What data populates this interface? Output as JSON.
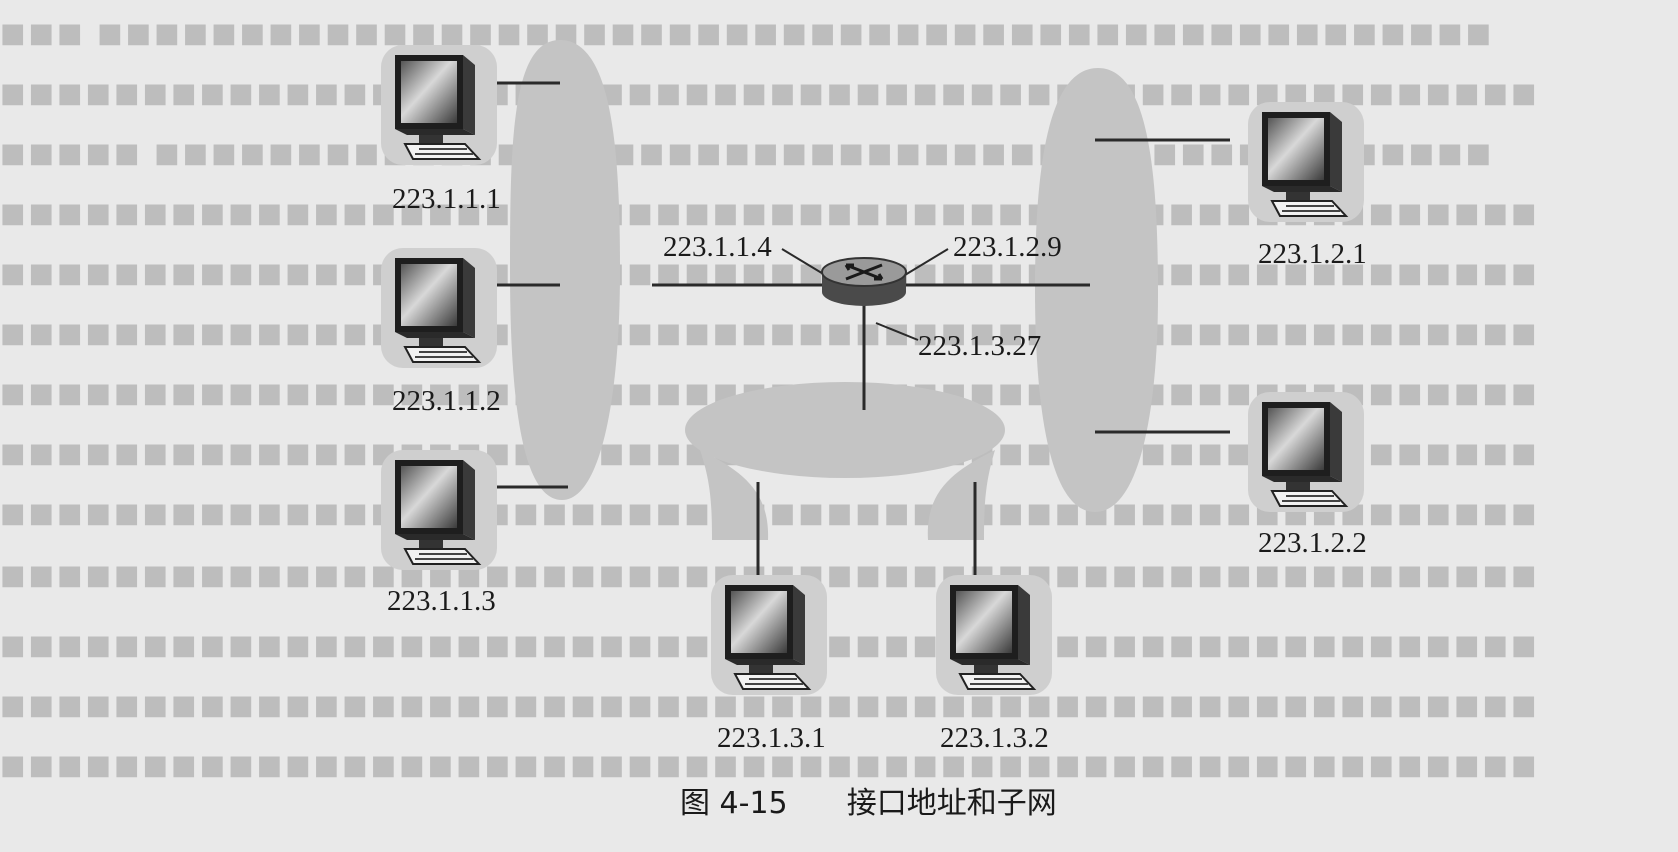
{
  "figure": {
    "caption_number": "图 4-15",
    "caption_title": "接口地址和子网"
  },
  "router": {
    "interfaces": [
      "223.1.1.4",
      "223.1.2.9",
      "223.1.3.27"
    ]
  },
  "subnets": [
    {
      "hosts": [
        "223.1.1.1",
        "223.1.1.2",
        "223.1.1.3"
      ]
    },
    {
      "hosts": [
        "223.1.2.1",
        "223.1.2.2"
      ]
    },
    {
      "hosts": [
        "223.1.3.1",
        "223.1.3.2"
      ]
    }
  ],
  "colors": {
    "background": "#e9e9e9",
    "subnet_shade": "#c4c4c4",
    "line": "#2a2a2a",
    "text": "#1a1a1a"
  }
}
